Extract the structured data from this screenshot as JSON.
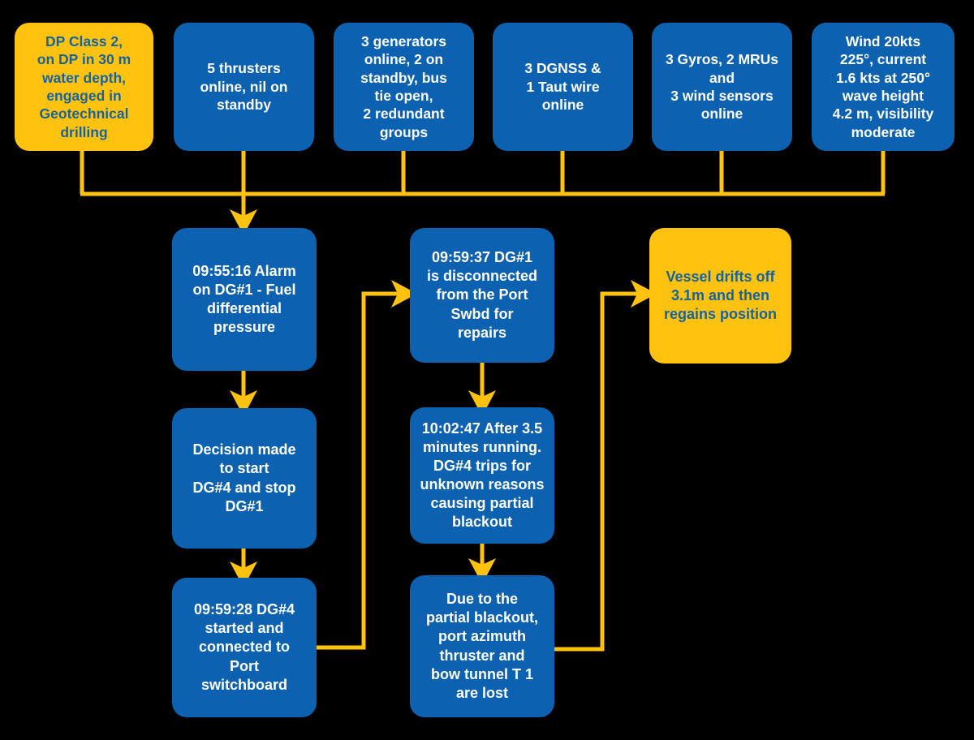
{
  "diagram": {
    "title": "DP Incident Timeline Flowchart",
    "colors": {
      "background": "#000000",
      "node_blue": "#0C62B0",
      "node_yellow": "#FFC20E",
      "text_on_blue": "#FFFFFF",
      "text_on_yellow": "#16639E",
      "connector": "#FFC20E"
    },
    "nodes": {
      "context_row": [
        {
          "id": "dp-class",
          "style": "yellow",
          "text": "DP Class 2,\non DP in 30 m\nwater depth,\nengaged in\nGeotechnical\ndrilling"
        },
        {
          "id": "thrusters",
          "style": "blue",
          "text": "5 thrusters\nonline, nil on\nstandby"
        },
        {
          "id": "generators",
          "style": "blue",
          "text": "3 generators\nonline, 2 on\nstandby, bus\ntie open,\n2 redundant\ngroups"
        },
        {
          "id": "position-reference",
          "style": "blue",
          "text": "3 DGNSS &\n1 Taut wire\nonline"
        },
        {
          "id": "sensors",
          "style": "blue",
          "text": "3 Gyros, 2 MRUs\nand\n3 wind sensors\nonline"
        },
        {
          "id": "environment",
          "style": "blue",
          "text": "Wind 20kts\n225°, current\n1.6 kts at 250°\nwave height\n4.2 m, visibility\nmoderate"
        }
      ],
      "sequence_column_left": [
        {
          "id": "alarm",
          "style": "blue",
          "text": "09:55:16 Alarm\non DG#1 - Fuel\ndifferential\npressure"
        },
        {
          "id": "decision",
          "style": "blue",
          "text": "Decision made\nto start\nDG#4 and stop\nDG#1"
        },
        {
          "id": "dg4-started",
          "style": "blue",
          "text": "09:59:28 DG#4\nstarted and\nconnected to\nPort\nswitchboard"
        }
      ],
      "sequence_column_middle": [
        {
          "id": "dg1-disconnected",
          "style": "blue",
          "text": "09:59:37 DG#1\nis disconnected\nfrom the Port\nSwbd for\nrepairs"
        },
        {
          "id": "dg4-trips",
          "style": "blue",
          "text": "10:02:47 After 3.5\nminutes running.\nDG#4 trips for\nunknown reasons\ncausing partial\nblackout"
        },
        {
          "id": "thrusters-lost",
          "style": "blue",
          "text": "Due to the\npartial blackout,\nport azimuth\nthruster and\nbow tunnel T 1\nare lost"
        }
      ],
      "outcome": [
        {
          "id": "vessel-drifts",
          "style": "yellow",
          "text": "Vessel drifts off\n3.1m and then\nregains position"
        }
      ]
    }
  }
}
